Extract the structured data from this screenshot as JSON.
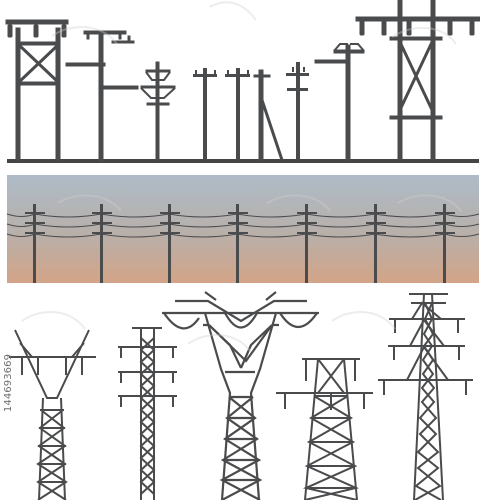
{
  "image": {
    "subject": "power-line-pylons-illustration",
    "colors": {
      "structure": "#4a4b4d",
      "ground": "#454547",
      "sky_top": "#aebbc7",
      "sky_mid": "#b7b0ab",
      "sky_bottom": "#d3a487",
      "background": "#ffffff",
      "watermark": "#cfcfcf"
    },
    "panels": [
      {
        "name": "top-pole-silhouettes"
      },
      {
        "name": "middle-sky-power-line"
      },
      {
        "name": "bottom-lattice-towers"
      }
    ],
    "stock_id": "144693669"
  }
}
